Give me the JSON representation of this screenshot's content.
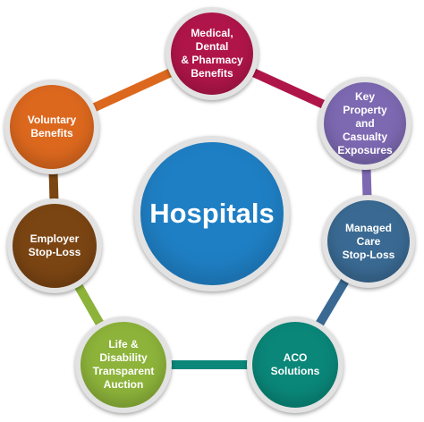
{
  "center": {
    "label": "Hospitals",
    "color": "#1f7fc4"
  },
  "nodes": [
    {
      "label": "Medical, Dental\n& Pharmacy\nBenefits",
      "color": "#b0154a"
    },
    {
      "label": "Key Property\nand Casualty\nExposures",
      "color": "#7d69b2"
    },
    {
      "label": "Managed Care\nStop-Loss",
      "color": "#3a6a93"
    },
    {
      "label": "ACO\nSolutions",
      "color": "#0a8779"
    },
    {
      "label": "Life &\nDisability\nTransparent\nAuction",
      "color": "#8db33a"
    },
    {
      "label": "Employer\nStop-Loss",
      "color": "#7b4513"
    },
    {
      "label": "Voluntary\nBenefits",
      "color": "#dc681e"
    }
  ]
}
